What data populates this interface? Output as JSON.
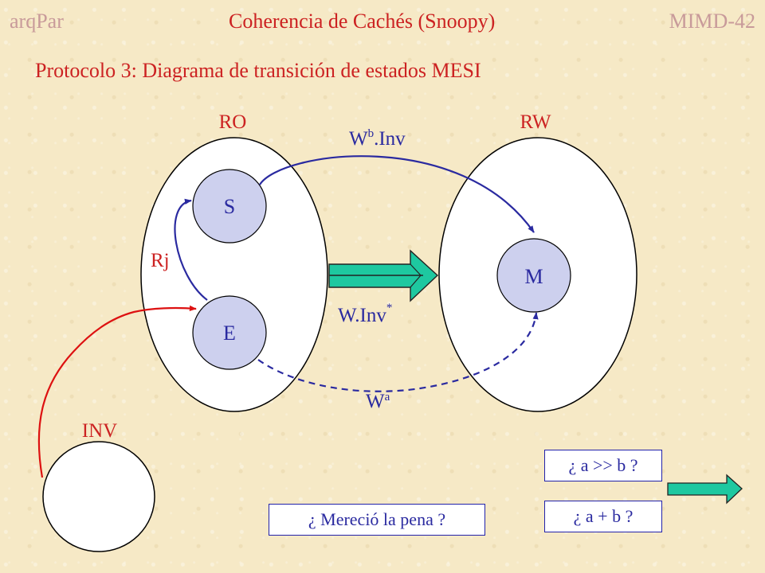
{
  "header": {
    "left": "arqPar",
    "center": "Coherencia de Cachés (Snoopy)",
    "right": "MIMD-42"
  },
  "subtitle": "Protocolo 3: Diagrama de transición de estados MESI",
  "regions": {
    "ro": "RO",
    "rw": "RW",
    "inv": "INV"
  },
  "states": {
    "s": "S",
    "e": "E",
    "m": "M"
  },
  "transitions": {
    "wb_base": "W",
    "wb_sup": "b",
    "wb_tail": ".Inv",
    "rj": "Rj",
    "winv_base": "W.Inv",
    "winv_sup": "*",
    "wa_base": "W",
    "wa_sup": "a"
  },
  "questions": {
    "q1": "¿ a >> b ?",
    "q2": "¿ a + b ?",
    "q3": "¿ Mereció la pena ?"
  },
  "colors": {
    "title": "#cc2222",
    "blue": "#2a2aa0",
    "red_arrow": "#dd1111",
    "state_fill": "#cdd0ee",
    "green_arrow": "#1ec8a0"
  }
}
